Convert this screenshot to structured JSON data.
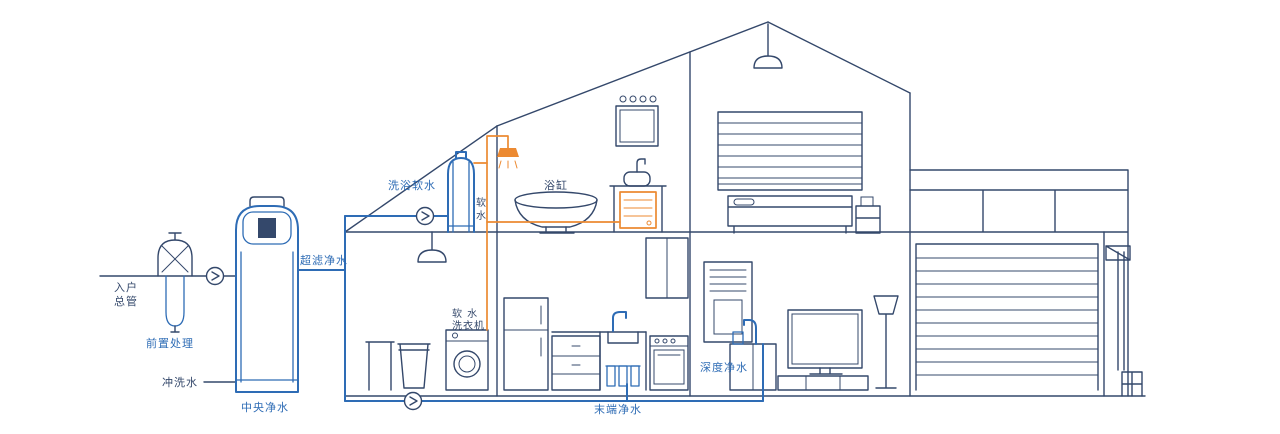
{
  "colors": {
    "background": "#ffffff",
    "line": "#34486b",
    "blue": "#2e6cb5",
    "orange": "#ec8a32"
  },
  "labels": {
    "main_inlet_line1": "入户",
    "main_inlet_line2": "总管",
    "pre_treatment": "前置处理",
    "flush_water": "冲洗水",
    "central_purifier": "中央净水",
    "ultrafiltration": "超滤净水",
    "bath_softener": "洗浴软水",
    "soft_water": "软水",
    "bathtub": "浴缸",
    "soft_washer_line1": "软 水",
    "soft_washer_line2": "洗衣机",
    "terminal_purifier": "末端净水",
    "deep_purifier": "深度净水"
  }
}
